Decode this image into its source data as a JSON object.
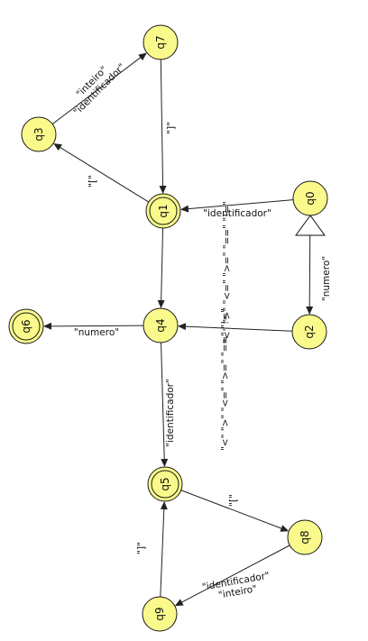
{
  "diagram": {
    "states": [
      {
        "id": "q0",
        "label": "q0",
        "initial": true,
        "final": false
      },
      {
        "id": "q1",
        "label": "q1",
        "initial": false,
        "final": true
      },
      {
        "id": "q2",
        "label": "q2",
        "initial": false,
        "final": false
      },
      {
        "id": "q3",
        "label": "q3",
        "initial": false,
        "final": false
      },
      {
        "id": "q4",
        "label": "q4",
        "initial": false,
        "final": false
      },
      {
        "id": "q5",
        "label": "q5",
        "initial": false,
        "final": true
      },
      {
        "id": "q6",
        "label": "q6",
        "initial": false,
        "final": true
      },
      {
        "id": "q7",
        "label": "q7",
        "initial": false,
        "final": false
      },
      {
        "id": "q8",
        "label": "q8",
        "initial": false,
        "final": false
      },
      {
        "id": "q9",
        "label": "q9",
        "initial": false,
        "final": false
      }
    ],
    "transitions": [
      {
        "from": "q0",
        "to": "q1",
        "labels": [
          "\"identificador\""
        ]
      },
      {
        "from": "q0",
        "to": "q2",
        "labels": [
          "\"numero\""
        ]
      },
      {
        "from": "q1",
        "to": "q3",
        "labels": [
          "\"[\""
        ]
      },
      {
        "from": "q3",
        "to": "q7",
        "labels": [
          "\"inteiro\"",
          "\"identificador\""
        ]
      },
      {
        "from": "q7",
        "to": "q1",
        "labels": [
          "\"]\""
        ]
      },
      {
        "from": "q1",
        "to": "q4",
        "labels": [
          "\"<\"",
          "\">\"",
          "\"<=\"",
          "\">=\"",
          "\"==\"",
          "\"!=\""
        ]
      },
      {
        "from": "q2",
        "to": "q4",
        "labels": [
          "\"<\"",
          "\">\"",
          "\"<=\"",
          "\">=\"",
          "\"==\"",
          "\"!=\""
        ]
      },
      {
        "from": "q4",
        "to": "q6",
        "labels": [
          "\"numero\""
        ]
      },
      {
        "from": "q4",
        "to": "q5",
        "labels": [
          "\"identificador\""
        ]
      },
      {
        "from": "q5",
        "to": "q8",
        "labels": [
          "\"[\""
        ]
      },
      {
        "from": "q8",
        "to": "q9",
        "labels": [
          "\"identificador\"",
          "\"inteiro\""
        ]
      },
      {
        "from": "q9",
        "to": "q5",
        "labels": [
          "\"]\""
        ]
      }
    ]
  }
}
